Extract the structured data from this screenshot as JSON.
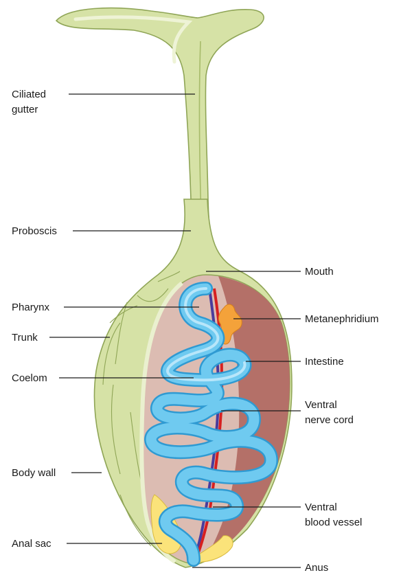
{
  "labels": {
    "ciliated_gutter": [
      "Ciliated",
      "gutter"
    ],
    "proboscis": "Proboscis",
    "pharynx": "Pharynx",
    "trunk": "Trunk",
    "coelom": "Coelom",
    "body_wall": "Body wall",
    "anal_sac": "Anal sac",
    "mouth": "Mouth",
    "metanephridium": "Metanephridium",
    "intestine": "Intestine",
    "ventral_nerve_cord": [
      "Ventral",
      "nerve cord"
    ],
    "ventral_blood_vessel": [
      "Ventral",
      "blood vessel"
    ],
    "anus": "Anus"
  },
  "colors": {
    "body_green": "#d6e2a6",
    "body_outline": "#8fa556",
    "coelom_pink": "#dcbcb2",
    "coelom_dark": "#b47068",
    "intestine_blue": "#6fcaf0",
    "intestine_outline": "#2f9ad2",
    "blood_red": "#d62020",
    "nerve_purple": "#4a3c9c",
    "metanephridium_orange": "#f4a23a",
    "anal_sac_yellow": "#fbe37a"
  }
}
